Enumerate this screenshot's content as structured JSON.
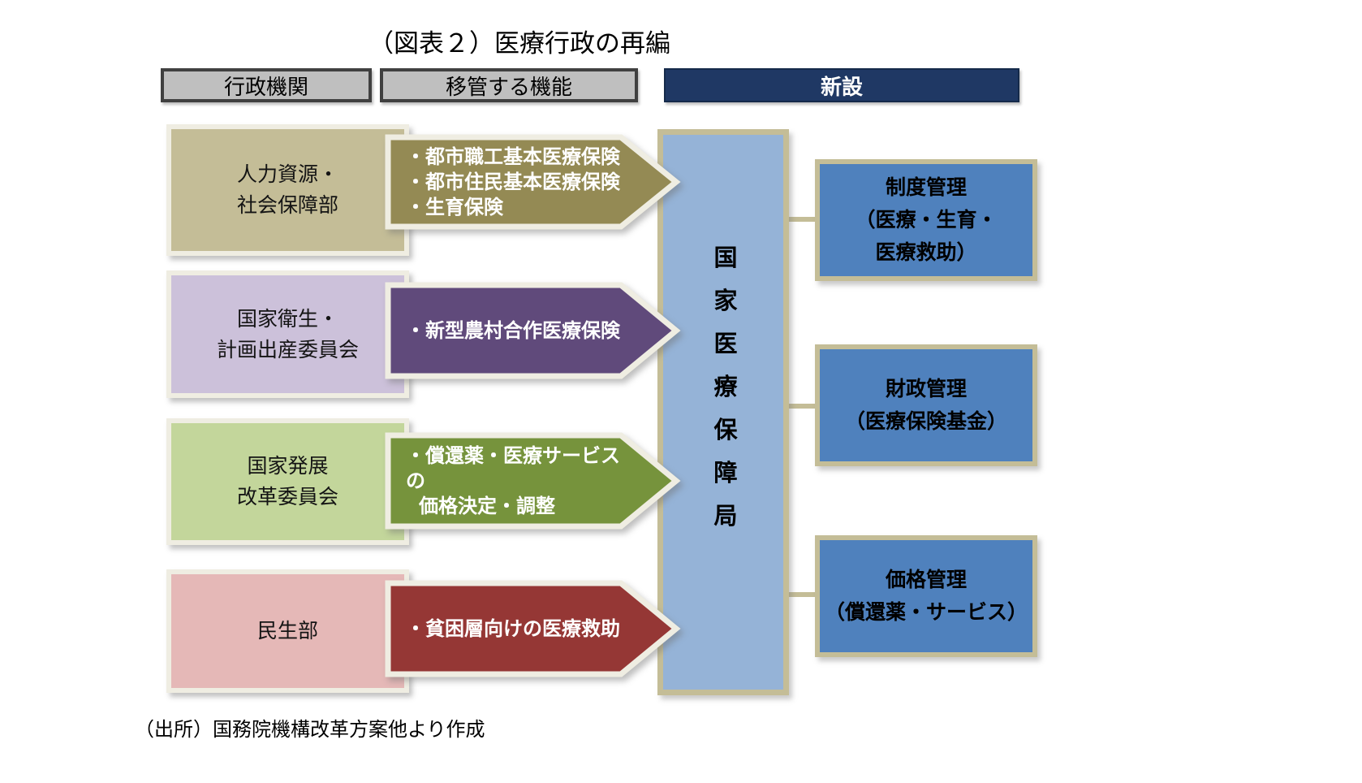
{
  "title": "（図表２）医療行政の再編",
  "source": "（出所）国務院機構改革方案他より作成",
  "legend": {
    "admin_organs": "行政機関",
    "transferred_functions": "移管する機能",
    "newly_established": "新設"
  },
  "flows": [
    {
      "agency_lines": [
        "人力資源・",
        "社会保障部"
      ],
      "function_lines": [
        "・都市職工基本医療保険",
        "・都市住民基本医療保険",
        "・生育保険"
      ],
      "agency_color": "#C4BD97",
      "arrow_color": "#948A54"
    },
    {
      "agency_lines": [
        "国家衛生・",
        "計画出産委員会"
      ],
      "function_lines": [
        "・新型農村合作医療保険"
      ],
      "agency_color": "#CCC1DA",
      "arrow_color": "#604A7B"
    },
    {
      "agency_lines": [
        "国家発展",
        "改革委員会"
      ],
      "function_lines": [
        "・償還薬・医療サービスの",
        "価格決定・調整"
      ],
      "agency_color": "#C3D69B",
      "arrow_color": "#76933C"
    },
    {
      "agency_lines": [
        "民生部"
      ],
      "function_lines": [
        "・貧困層向けの医療救助"
      ],
      "agency_color": "#E5B8B7",
      "arrow_color": "#953735"
    }
  ],
  "new_bureau": {
    "name": "国家医療保障局",
    "fill": "#95B3D7",
    "border": "#C4BD97",
    "department_fill": "#4F81BD",
    "departments": [
      {
        "lines": [
          "制度管理",
          "（医療・生育・",
          "医療救助）"
        ]
      },
      {
        "lines": [
          "財政管理",
          "（医療保険基金）"
        ]
      },
      {
        "lines": [
          "価格管理",
          "（償還薬・サービス）"
        ]
      }
    ]
  },
  "colors": {
    "header_gray_fill": "#BFBFBF",
    "header_gray_border": "#404040",
    "header_navy": "#1F3864",
    "connector": "#C4BD97",
    "outline_cream": "#EFEDE2",
    "background": "#FFFFFF"
  }
}
